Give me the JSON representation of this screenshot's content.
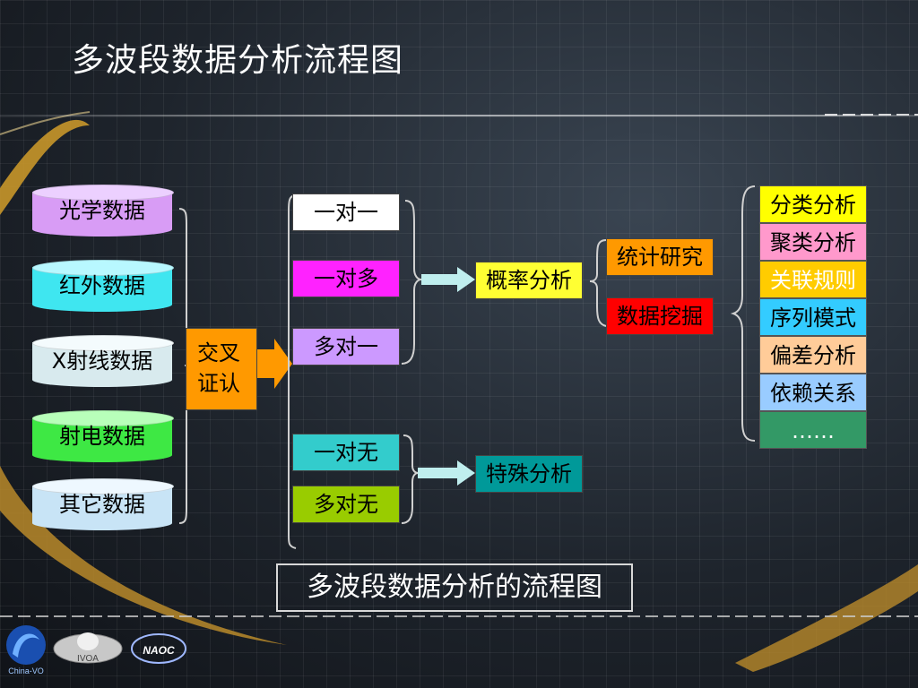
{
  "title": "多波段数据分析流程图",
  "sources": [
    {
      "label": "光学数据",
      "color": "#d89cf5",
      "top_color": "#ecd0ff"
    },
    {
      "label": "红外数据",
      "color": "#3fe6f0",
      "top_color": "#b8f8ff"
    },
    {
      "label": "X射线数据",
      "color": "#d8eaee",
      "top_color": "#f4fbfd"
    },
    {
      "label": "射电数据",
      "color": "#3ee844",
      "top_color": "#b8ffba"
    },
    {
      "label": "其它数据",
      "color": "#c8e4f6",
      "top_color": "#eef8ff"
    }
  ],
  "cross": {
    "line1": "交叉",
    "line2": "证认",
    "color": "#ff9900"
  },
  "matches": [
    {
      "label": "一对一",
      "color": "#ffffff"
    },
    {
      "label": "一对多",
      "color": "#ff22ff"
    },
    {
      "label": "多对一",
      "color": "#cc99ff"
    },
    {
      "label": "一对无",
      "color": "#33cccc"
    },
    {
      "label": "多对无",
      "color": "#99cc00"
    }
  ],
  "prob_analysis": {
    "label": "概率分析",
    "color": "#ffff33"
  },
  "special_analysis": {
    "label": "特殊分析",
    "color": "#009999"
  },
  "methods": [
    {
      "label": "统计研究",
      "color": "#ff9900"
    },
    {
      "label": "数据挖掘",
      "color": "#ff0000"
    }
  ],
  "mining_types": [
    {
      "label": "分类分析",
      "color": "#ffff00"
    },
    {
      "label": "聚类分析",
      "color": "#ff99cc"
    },
    {
      "label": "关联规则",
      "color": "#ffcc00",
      "text_color": "#ffffff"
    },
    {
      "label": "序列模式",
      "color": "#33ccff"
    },
    {
      "label": "偏差分析",
      "color": "#ffcc99"
    },
    {
      "label": "依赖关系",
      "color": "#99ccff"
    },
    {
      "label": "……",
      "color": "#339966"
    }
  ],
  "caption": "多波段数据分析的流程图",
  "logos": [
    {
      "label": "China-VO",
      "icon": "china-vo-logo"
    },
    {
      "label": "IVOA",
      "icon": "ivoa-logo"
    },
    {
      "label": "NAOC",
      "icon": "naoc-logo"
    }
  ]
}
